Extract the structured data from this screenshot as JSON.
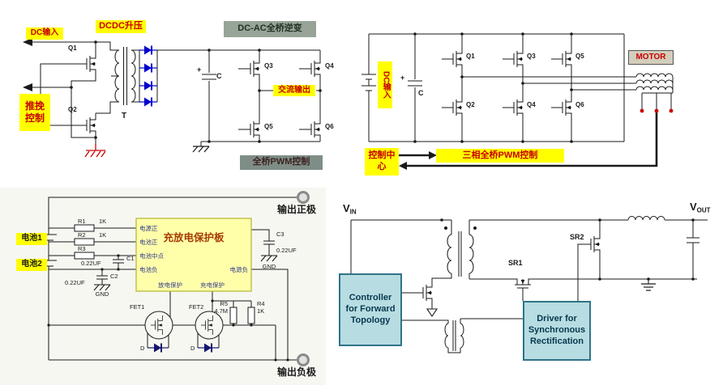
{
  "inverter": {
    "dc_input": "DC输入",
    "dcdc_boost": "DCDC升压",
    "dc_ac_bridge": "DC-AC全桥逆变",
    "push_pull": "推挽控制",
    "ac_output": "交流输出",
    "bridge_pwm": "全桥PWM控制",
    "t": "T",
    "plus": "+",
    "c": "C",
    "q1": "Q1",
    "q2": "Q2",
    "q3": "Q3",
    "q4": "Q4",
    "q5": "Q5",
    "q6": "Q6"
  },
  "motor_drive": {
    "dc_input": "DC输入",
    "motor": "MOTOR",
    "control_center": "控制中心",
    "three_phase_pwm": "三相全桥PWM控制",
    "plus": "+",
    "c": "C",
    "q1": "Q1",
    "q2": "Q2",
    "q3": "Q3",
    "q4": "Q4",
    "q5": "Q5",
    "q6": "Q6"
  },
  "battery_protection": {
    "title": "充放电保护板",
    "pin_power_pos": "电源正",
    "pin_batt_pos": "电池正",
    "pin_batt_mid": "电池中点",
    "pin_batt_neg": "电池负",
    "pin_discharge": "放电保护",
    "pin_charge": "充电保护",
    "pin_power_neg": "电源负",
    "batt1": "电池1",
    "batt2": "电池2",
    "r1": "R1",
    "r1_val": "1K",
    "r2": "R2",
    "r2_val": "1K",
    "r3": "R3",
    "c1": "C1",
    "c1_val": "0.22UF",
    "c2": "C2",
    "c2_val": "0.22UF",
    "c3": "C3",
    "c3_val": "0.22UF",
    "gnd1": "GND",
    "gnd2": "GND",
    "fet1": "FET1",
    "fet2": "FET2",
    "r5": "R5",
    "r5_val": "4.7M",
    "r4": "R4",
    "r4_val": "1K",
    "d1": "D",
    "d2": "D",
    "out_pos": "输出正极",
    "out_neg": "输出负极"
  },
  "sync_rect": {
    "vin_v": "V",
    "vin_sub": "IN",
    "vout_v": "V",
    "vout_sub": "OUT",
    "sr1": "SR1",
    "sr2": "SR2",
    "controller": "Controller for Forward Topology",
    "driver": "Driver for Synchronous Rectification"
  }
}
